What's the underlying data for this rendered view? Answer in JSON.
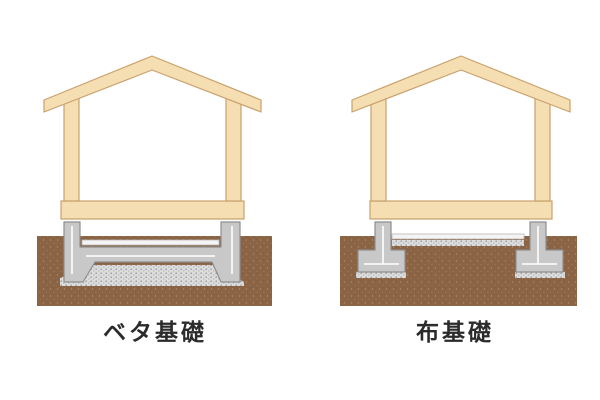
{
  "diagrams": [
    {
      "id": "mat",
      "label": "ベタ基礎"
    },
    {
      "id": "strip",
      "label": "布基礎"
    }
  ],
  "colors": {
    "wood": "#f6deb3",
    "wood_outline": "#c9a16c",
    "soil": "#8a6444",
    "soil_speck": "#b08a66",
    "gravel": "#d7d7d7",
    "gravel_dot": "#9a9a9a",
    "concrete": "#c8c8c8",
    "concrete_outline": "#8e8e8e",
    "vapor_barrier": "#f4f4f4",
    "caption": "#2b2b2b"
  }
}
